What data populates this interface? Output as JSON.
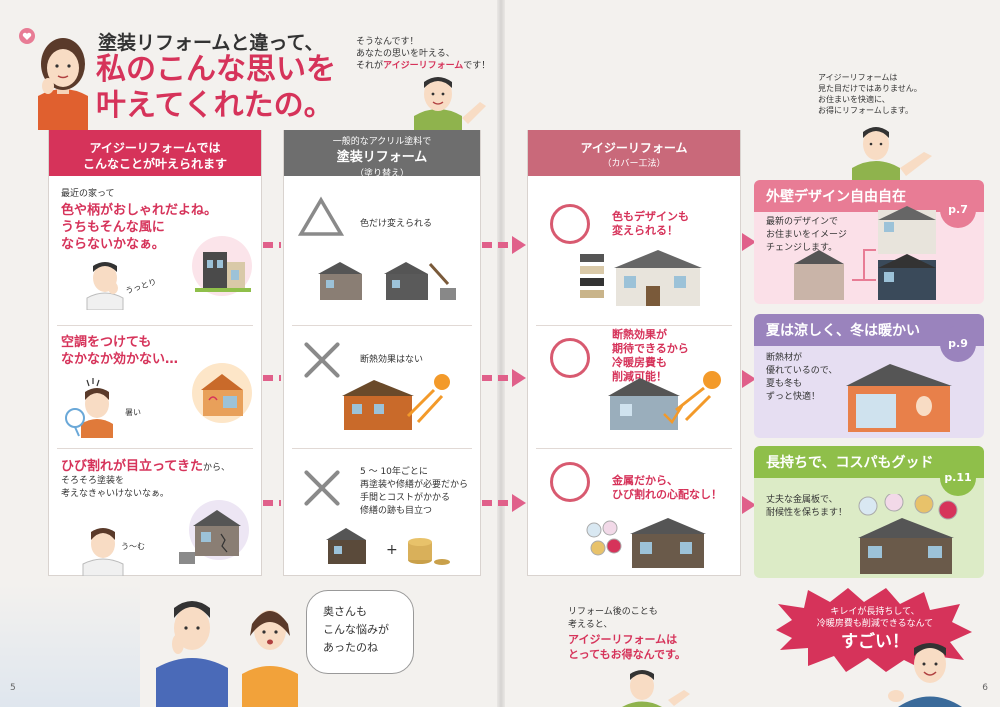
{
  "header": {
    "subtitle": "塗装リフォームと違って、",
    "title_line1": "私のこんな思いを",
    "title_line2": "叶えてくれたの。"
  },
  "staff_bubble_top": {
    "line1": "そうなんです！",
    "line2": "あなたの思いを叶える、",
    "line3_prefix": "それが",
    "line3_highlight": "アイジーリフォーム",
    "line3_suffix": "です！"
  },
  "staff_bubble_right": {
    "line1": "アイジーリフォームは",
    "line2": "見た目だけではありません。",
    "line3": "お住まいを快適に、",
    "line4": "お得にリフォームします。"
  },
  "column_wish": {
    "head1": "アイジーリフォームでは",
    "head2": "こんなことが叶えられます",
    "row1_intro": "最近の家って",
    "row1_l1": "色や柄がおしゃれだよね。",
    "row1_l2": "うちもそんな風に",
    "row1_l3": "ならないかなぁ。",
    "row1_voice": "うっとり",
    "row2_l1": "空調をつけても",
    "row2_l2": "なかなか効かない…",
    "row2_voice": "暑い",
    "row3_bold": "ひび割れが目立ってきた",
    "row3_tail": "から、",
    "row3_l2": "そろそろ塗装を",
    "row3_l3": "考えなきゃいけないなぁ。",
    "row3_voice": "う〜む"
  },
  "column_paint": {
    "head_small": "一般的なアクリル塗料で",
    "head": "塗装リフォーム",
    "head_sub": "（塗り替え）",
    "row1": "色だけ変えられる",
    "row2": "断熱効果はない",
    "row3_l1": "5 〜 10年ごとに",
    "row3_l2": "再塗装や修繕が必要だから",
    "row3_l3": "手間とコストがかかる",
    "row3_l4": "修繕の跡も目立つ"
  },
  "column_ig": {
    "head": "アイジーリフォーム",
    "head_sub": "（カバー工法）",
    "row1_l1": "色もデザインも",
    "row1_l2": "変えられる！",
    "row2_l1": "断熱効果が",
    "row2_l2": "期待できるから",
    "row2_l3": "冷暖房費も",
    "row2_l4": "削減可能！",
    "row3_l1": "金属だから、",
    "row3_l2": "ひび割れの心配なし！"
  },
  "features": [
    {
      "title": "外壁デザイン自由自在",
      "page": "p.7",
      "l1": "最新のデザインで",
      "l2": "お住まいをイメージ",
      "l3": "チェンジします。"
    },
    {
      "title": "夏は涼しく、冬は暖かい",
      "page": "p.9",
      "l1": "断熱材が",
      "l2": "優れているので、",
      "l3": "夏も冬も",
      "l4": "ずっと快適！"
    },
    {
      "title": "長持ちで、コスパもグッド",
      "page": "p.11",
      "l1": "丈夫な金属板で、",
      "l2": "耐候性を保ちます！"
    }
  ],
  "wife_bubble": {
    "l1": "奥さんも",
    "l2": "こんな悩みが",
    "l3": "あったのね"
  },
  "bottom_staff": {
    "l1": "リフォーム後のことも",
    "l2": "考えると、",
    "l3": "アイジーリフォームは",
    "l4": "とってもお得なんです。"
  },
  "burst": {
    "l1": "キレイが長持ちして、",
    "l2": "冷暖房費も削減できるなんて",
    "l3": "すごい！"
  },
  "page_left": "5",
  "page_right": "6",
  "colors": {
    "pink": "#d6335a",
    "gray_head": "#6e6e6e",
    "rose_head": "#c9697a",
    "feature1": "#e87c95",
    "feature2": "#9a83bd",
    "feature3": "#8fbf4a"
  }
}
